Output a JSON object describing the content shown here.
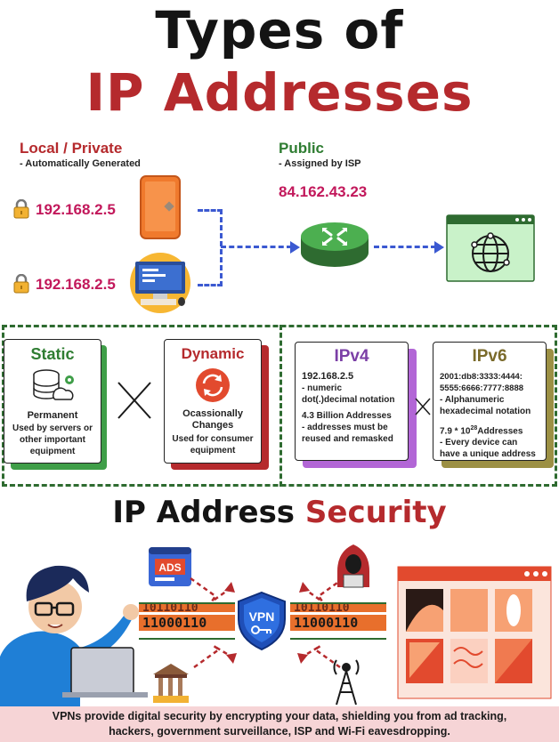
{
  "title": {
    "line1": "Types of",
    "line2": "IP Addresses"
  },
  "local": {
    "heading": "Local / Private",
    "subheading": "- Automatically Generated",
    "ip1": "192.168.2.5",
    "ip2": "192.168.2.5"
  },
  "public": {
    "heading": "Public",
    "subheading": "- Assigned by ISP",
    "ip": "84.162.43.23"
  },
  "static": {
    "title": "Static",
    "label": "Permanent",
    "desc": "Used by servers or other important equipment"
  },
  "dynamic": {
    "title": "Dynamic",
    "label": "Ocassionally Changes",
    "desc": "Used for consumer equipment"
  },
  "ipv4": {
    "title": "IPv4",
    "address": "192.168.2.5",
    "line1": "- numeric",
    "line2": "dot(.)decimal notation",
    "count": "4.3 Billion Addresses",
    "line3": "- addresses must be",
    "line4": "reused and remasked"
  },
  "ipv6": {
    "title": "IPv6",
    "address1": "2001:db8:3333:4444:",
    "address2": "5555:6666:7777:8888",
    "line1": "- Alphanumeric",
    "line2": "hexadecimal notation",
    "count_prefix": "7.9 * 10",
    "count_exp": "28",
    "count_suffix": "Addresses",
    "line3": "- Every device can",
    "line4": "have a unique address"
  },
  "security": {
    "title_part1": "IP Address",
    "title_part2": "Security",
    "ads_label": "ADS",
    "vpn_label": "VPN",
    "binary_left_top": "10110110",
    "binary_left_bottom": "11000110",
    "binary_right_top": "10110110",
    "binary_right_bottom": "11000110"
  },
  "footer": {
    "line1": "VPNs provide digital security by encrypting your data, shielding you from ad tracking,",
    "line2": "hackers, government surveillance, ISP and Wi-Fi eavesdropping."
  },
  "colors": {
    "accent_red": "#b52a2d",
    "accent_green": "#2f7d32",
    "ip_pink": "#c2185b",
    "arrow_blue": "#3b59d1",
    "footer_bg": "#f6d4d6"
  }
}
